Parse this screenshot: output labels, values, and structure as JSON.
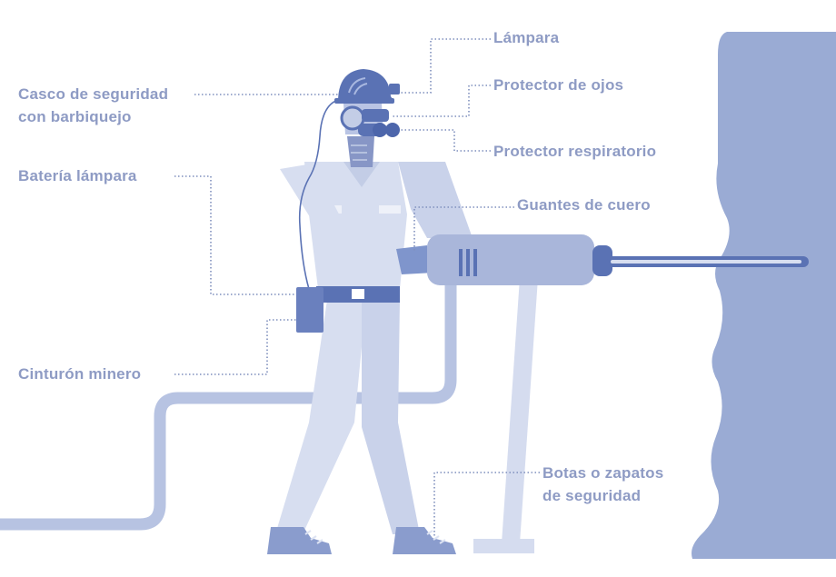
{
  "labels": {
    "lampara": "Lámpara",
    "casco_line1": "Casco de seguridad",
    "casco_line2": "con barbiquejo",
    "protector_ojos": "Protector de ojos",
    "protector_respiratorio": "Protector respiratorio",
    "bateria": "Batería lámpara",
    "guantes": "Guantes de cuero",
    "cinturon": "Cinturón minero",
    "botas_line1": "Botas o zapatos",
    "botas_line2": "de seguridad"
  },
  "colors": {
    "label_text": "#8e9bc4",
    "leader_line": "#7f8fbd",
    "body_light": "#d7def0",
    "body_mid": "#c3cde6",
    "equipment_dark": "#5a72b4",
    "drill_body": "#a9b6da",
    "rock_wall": "#9aabd4",
    "hose": "#b7c3e2"
  }
}
